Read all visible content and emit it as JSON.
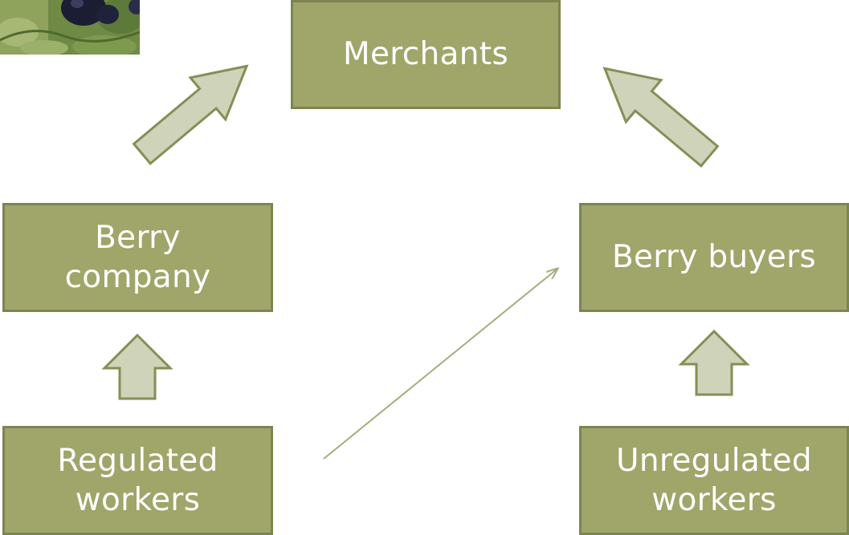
{
  "diagram": {
    "nodes": {
      "merchants": {
        "label": "Merchants"
      },
      "berry_company": {
        "label_line1": "Berry",
        "label_line2": "company"
      },
      "berry_buyers": {
        "label": "Berry buyers"
      },
      "regulated_workers": {
        "label_line1": "Regulated",
        "label_line2": "workers"
      },
      "unregulated_workers": {
        "label_line1": "Unregulated",
        "label_line2": "workers"
      }
    },
    "edges": [
      {
        "from": "berry_company",
        "to": "merchants",
        "style": "block-arrow"
      },
      {
        "from": "berry_buyers",
        "to": "merchants",
        "style": "block-arrow"
      },
      {
        "from": "regulated_workers",
        "to": "berry_company",
        "style": "block-arrow"
      },
      {
        "from": "unregulated_workers",
        "to": "berry_buyers",
        "style": "block-arrow"
      },
      {
        "from": "regulated_workers",
        "to": "berry_buyers",
        "style": "thin-arrow"
      }
    ],
    "colors": {
      "box_fill": "#a0a56a",
      "box_border": "#7e8450",
      "box_text": "#ffffff",
      "arrow_fill": "#cfd3b9",
      "arrow_stroke": "#878d56",
      "thin_arrow": "#a6ab7c"
    },
    "photo": {
      "subject": "blueberries on leafy branch"
    }
  }
}
